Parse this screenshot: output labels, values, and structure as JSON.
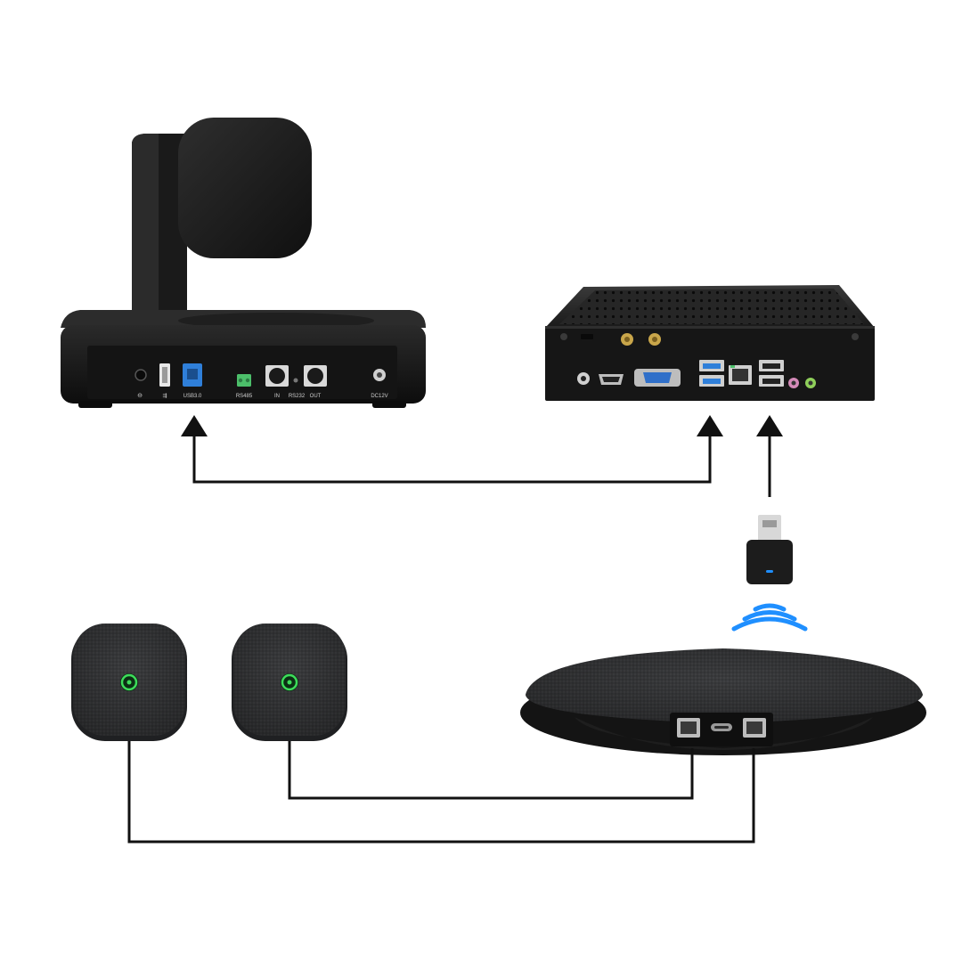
{
  "camera": {
    "port_labels": {
      "usb": "USB3.0",
      "rs485": "RS485",
      "in": "IN",
      "rs232": "RS232",
      "out": "OUT",
      "dc": "DC12V"
    }
  },
  "colors": {
    "background": "#ffffff",
    "line": "#111111",
    "device": "#1c1c1c",
    "usb3_port": "#2f7fd9",
    "rs485_terminal": "#4cbf6a",
    "wireless_waves": "#1f8fff",
    "mic_indicator": "#3ddc5a"
  },
  "icons": [
    "camera-device",
    "mini-pc-device",
    "usb-dongle",
    "wireless-signal-icon",
    "expansion-mic",
    "speakerphone-device"
  ]
}
